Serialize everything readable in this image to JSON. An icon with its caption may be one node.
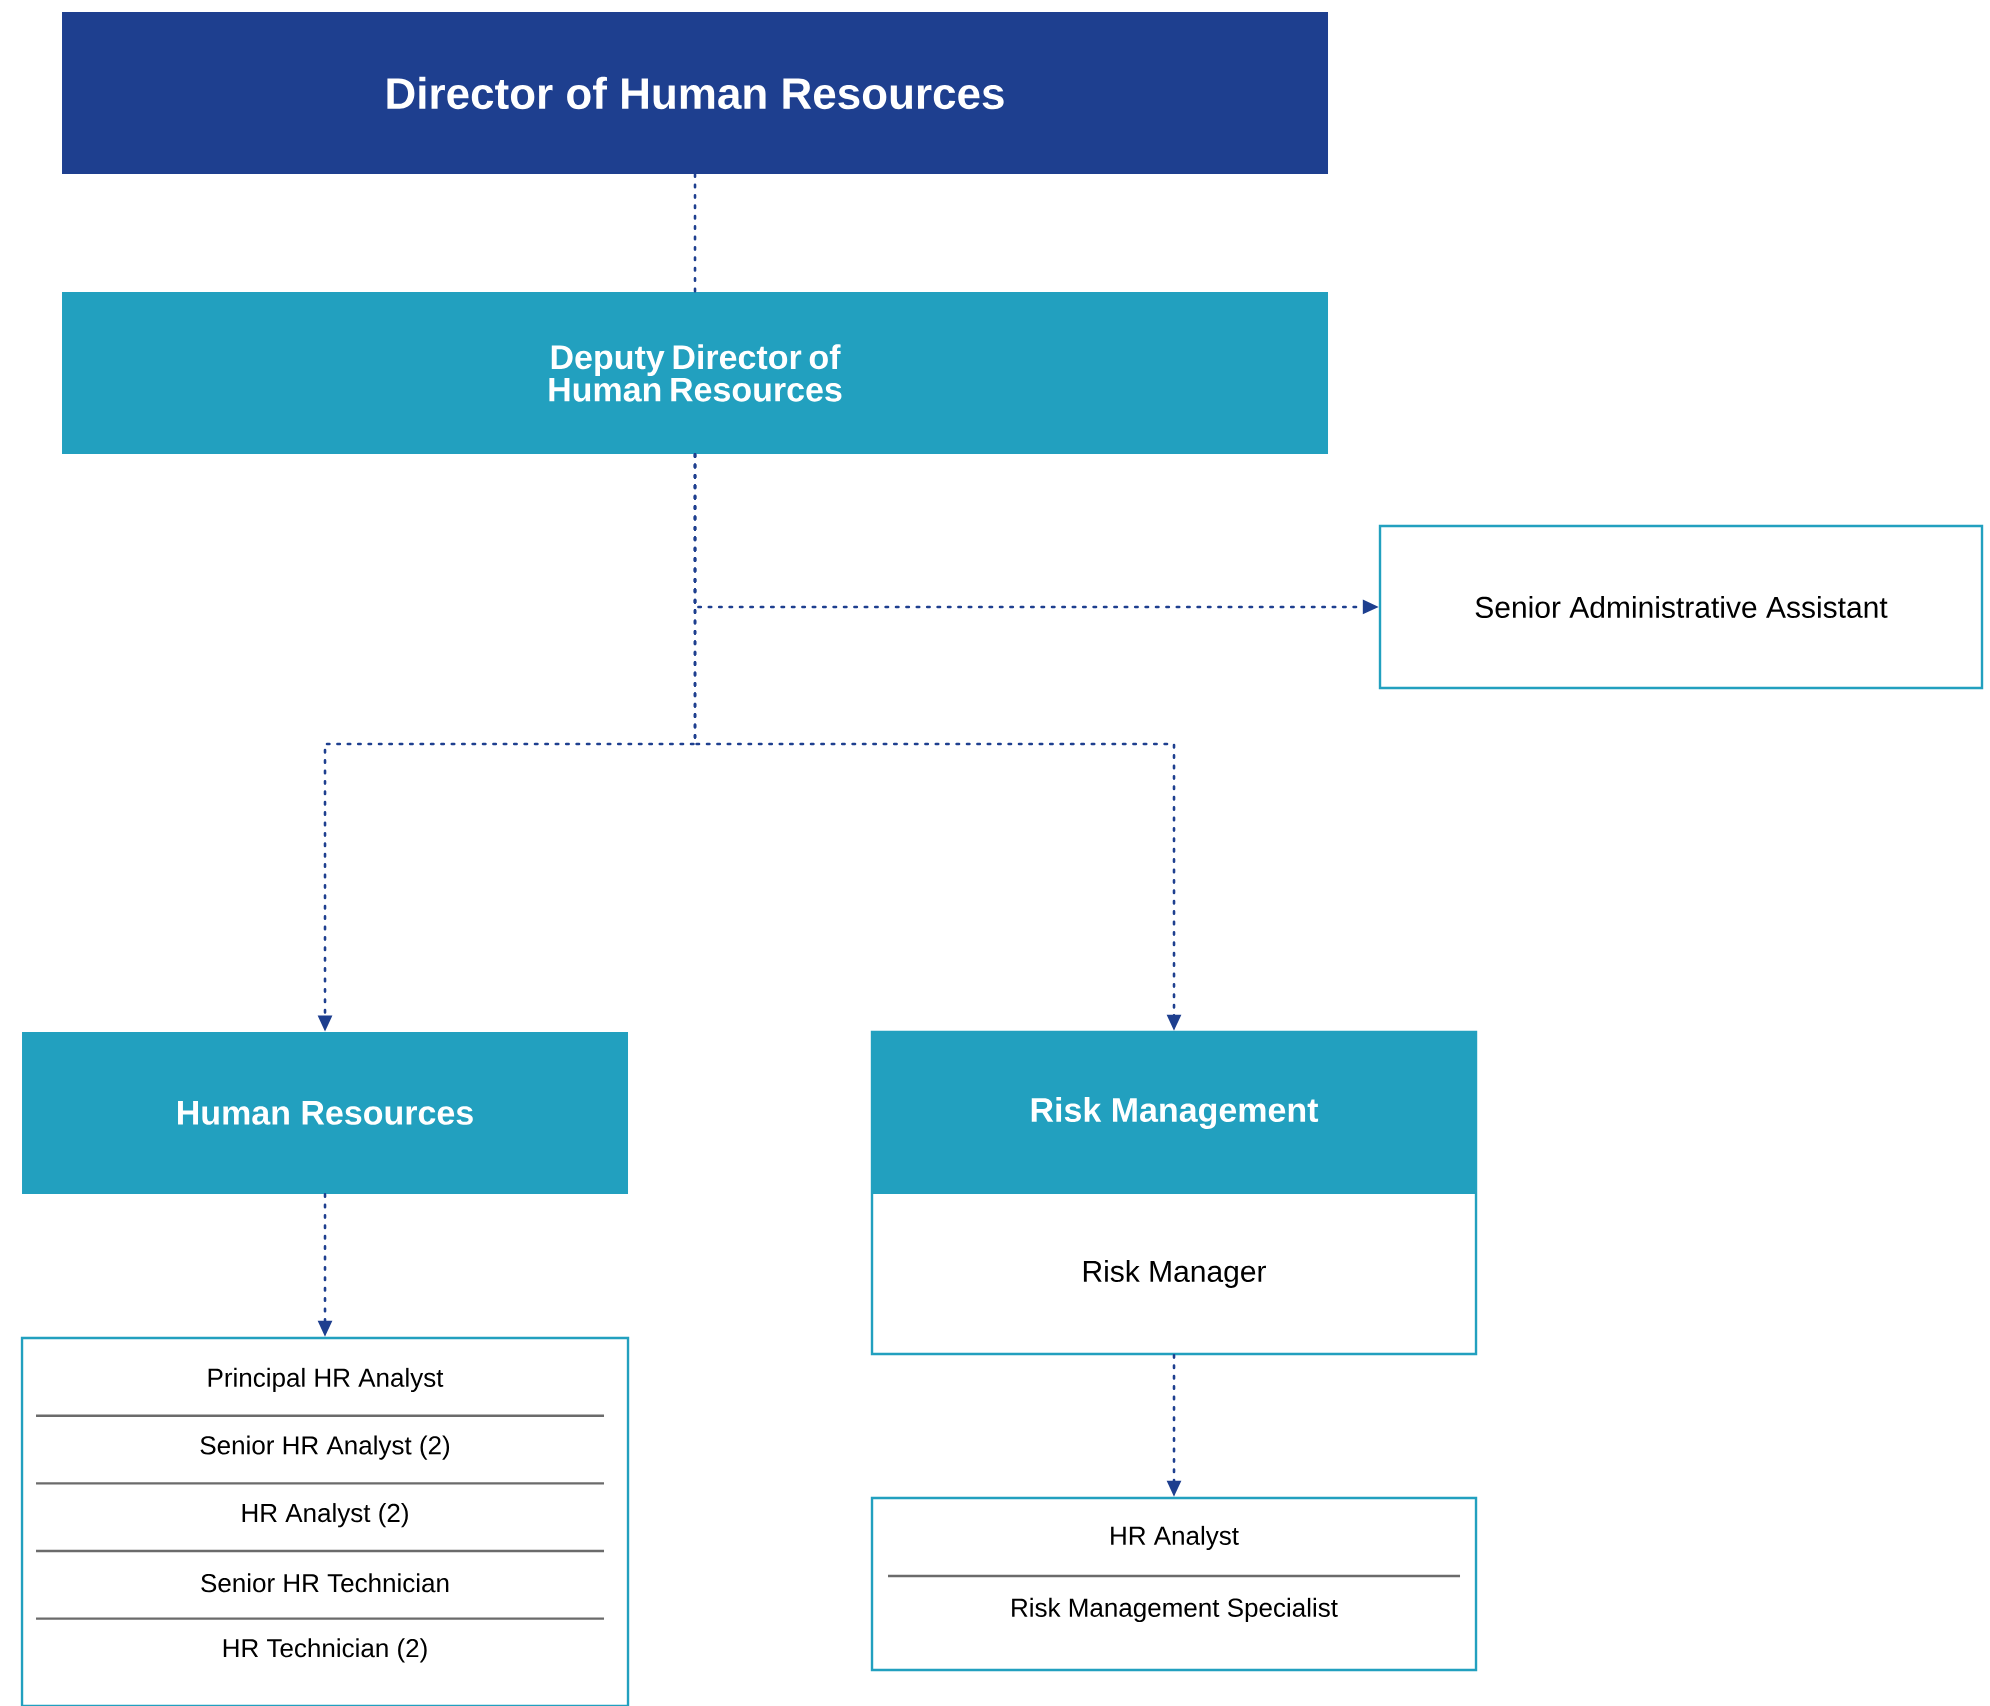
{
  "diagram": {
    "nodes": [
      {
        "text": [
          "Director of Human Resources"
        ]
      },
      {
        "text": [
          "Deputy Director of Human Resources"
        ]
      },
      {
        "text": [
          "Senior Administrative Assistant"
        ]
      },
      {
        "text": [
          "Human Resources"
        ]
      },
      {
        "text": [
          "Risk Management",
          "Risk Manager"
        ]
      },
      {
        "text": [
          "Principal HR Analyst",
          "Senior HR Analyst (2)",
          "HR Analyst (2)",
          "Senior HR Technician",
          "HR Technician (2)"
        ]
      },
      {
        "text": [
          "HR Analyst",
          "Risk Management Specialist"
        ]
      }
    ],
    "edges": [
      {
        "from": 0,
        "to": 1,
        "arrow": "none"
      },
      {
        "from": 1,
        "to": 2,
        "arrow": "to"
      },
      {
        "from": 1,
        "to": 3,
        "arrow": "to"
      },
      {
        "from": 1,
        "to": 4,
        "arrow": "to"
      },
      {
        "from": 3,
        "to": 5,
        "arrow": "to"
      },
      {
        "from": 4,
        "to": 6,
        "arrow": "to"
      }
    ]
  }
}
